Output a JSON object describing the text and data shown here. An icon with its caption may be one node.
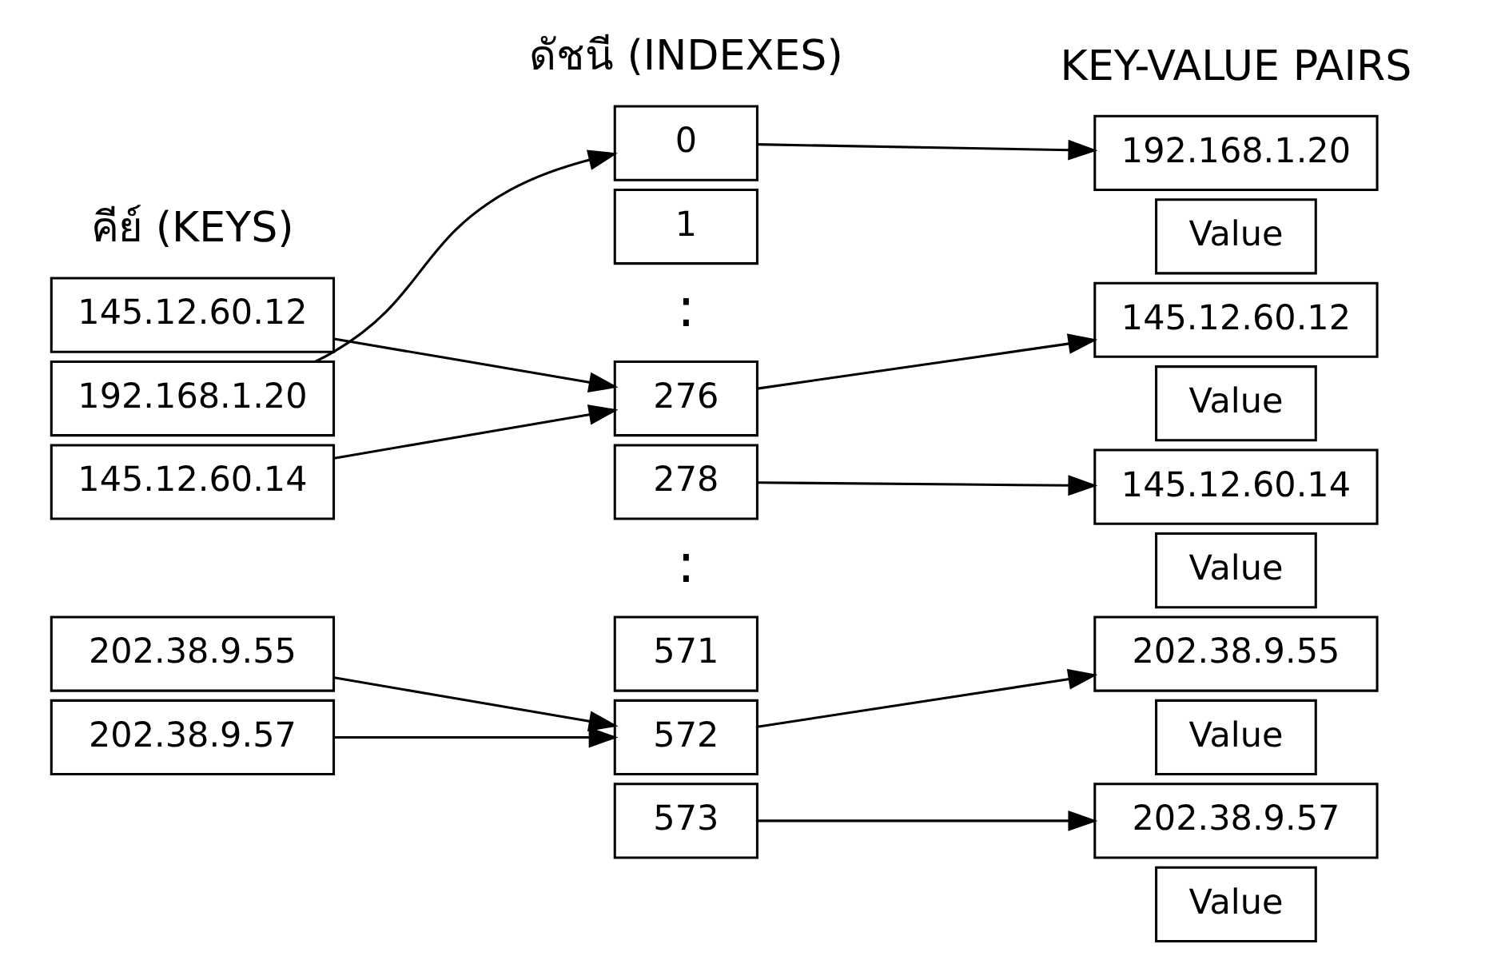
{
  "diagram": {
    "nodes": [
      {
        "text": [
          "145.12.60.12"
        ]
      },
      {
        "text": [
          "192.168.1.20"
        ]
      },
      {
        "text": [
          "145.12.60.14"
        ]
      },
      {
        "text": [
          "202.38.9.55"
        ]
      },
      {
        "text": [
          "202.38.9.57"
        ]
      },
      {
        "text": [
          "0"
        ]
      },
      {
        "text": [
          "1"
        ]
      },
      {
        "text": [
          "276"
        ]
      },
      {
        "text": [
          "278"
        ]
      },
      {
        "text": [
          "571"
        ]
      },
      {
        "text": [
          "572"
        ]
      },
      {
        "text": [
          "573"
        ]
      },
      {
        "text": [
          "192.168.1.20"
        ]
      },
      {
        "text": [
          "Value"
        ]
      },
      {
        "text": [
          "145.12.60.12"
        ]
      },
      {
        "text": [
          "Value"
        ]
      },
      {
        "text": [
          "145.12.60.14"
        ]
      },
      {
        "text": [
          "Value"
        ]
      },
      {
        "text": [
          "202.38.9.55"
        ]
      },
      {
        "text": [
          "Value"
        ]
      },
      {
        "text": [
          "202.38.9.57"
        ]
      },
      {
        "text": [
          "Value"
        ]
      }
    ],
    "edges": [
      {
        "from": 0,
        "to": 7,
        "arrow": "to"
      },
      {
        "from": 1,
        "to": 5,
        "arrow": "to"
      },
      {
        "from": 2,
        "to": 7,
        "arrow": "to"
      },
      {
        "from": 3,
        "to": 10,
        "arrow": "to"
      },
      {
        "from": 4,
        "to": 10,
        "arrow": "to"
      },
      {
        "from": 5,
        "to": 12,
        "arrow": "to"
      },
      {
        "from": 7,
        "to": 14,
        "arrow": "to"
      },
      {
        "from": 8,
        "to": 16,
        "arrow": "to"
      },
      {
        "from": 10,
        "to": 18,
        "arrow": "to"
      },
      {
        "from": 11,
        "to": 20,
        "arrow": "to"
      }
    ],
    "labels": [
      "คีย์ (KEYS)",
      "ดัชนี (INDEXES)",
      "KEY-VALUE PAIRS",
      ":",
      ":"
    ]
  }
}
